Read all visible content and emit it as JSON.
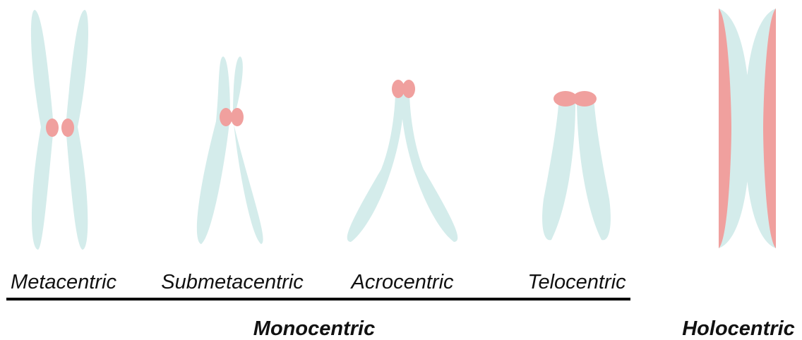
{
  "colors": {
    "chromatid": "#d4eceb",
    "centromere": "#f0a09e",
    "text": "#111111",
    "rule": "#000000"
  },
  "chromosome_types": [
    {
      "label": "Metacentric"
    },
    {
      "label": "Submetacentric"
    },
    {
      "label": "Acrocentric"
    },
    {
      "label": "Telocentric"
    }
  ],
  "groups": {
    "monocentric": "Monocentric",
    "holocentric": "Holocentric"
  },
  "holocentric_type": {
    "label": ""
  }
}
